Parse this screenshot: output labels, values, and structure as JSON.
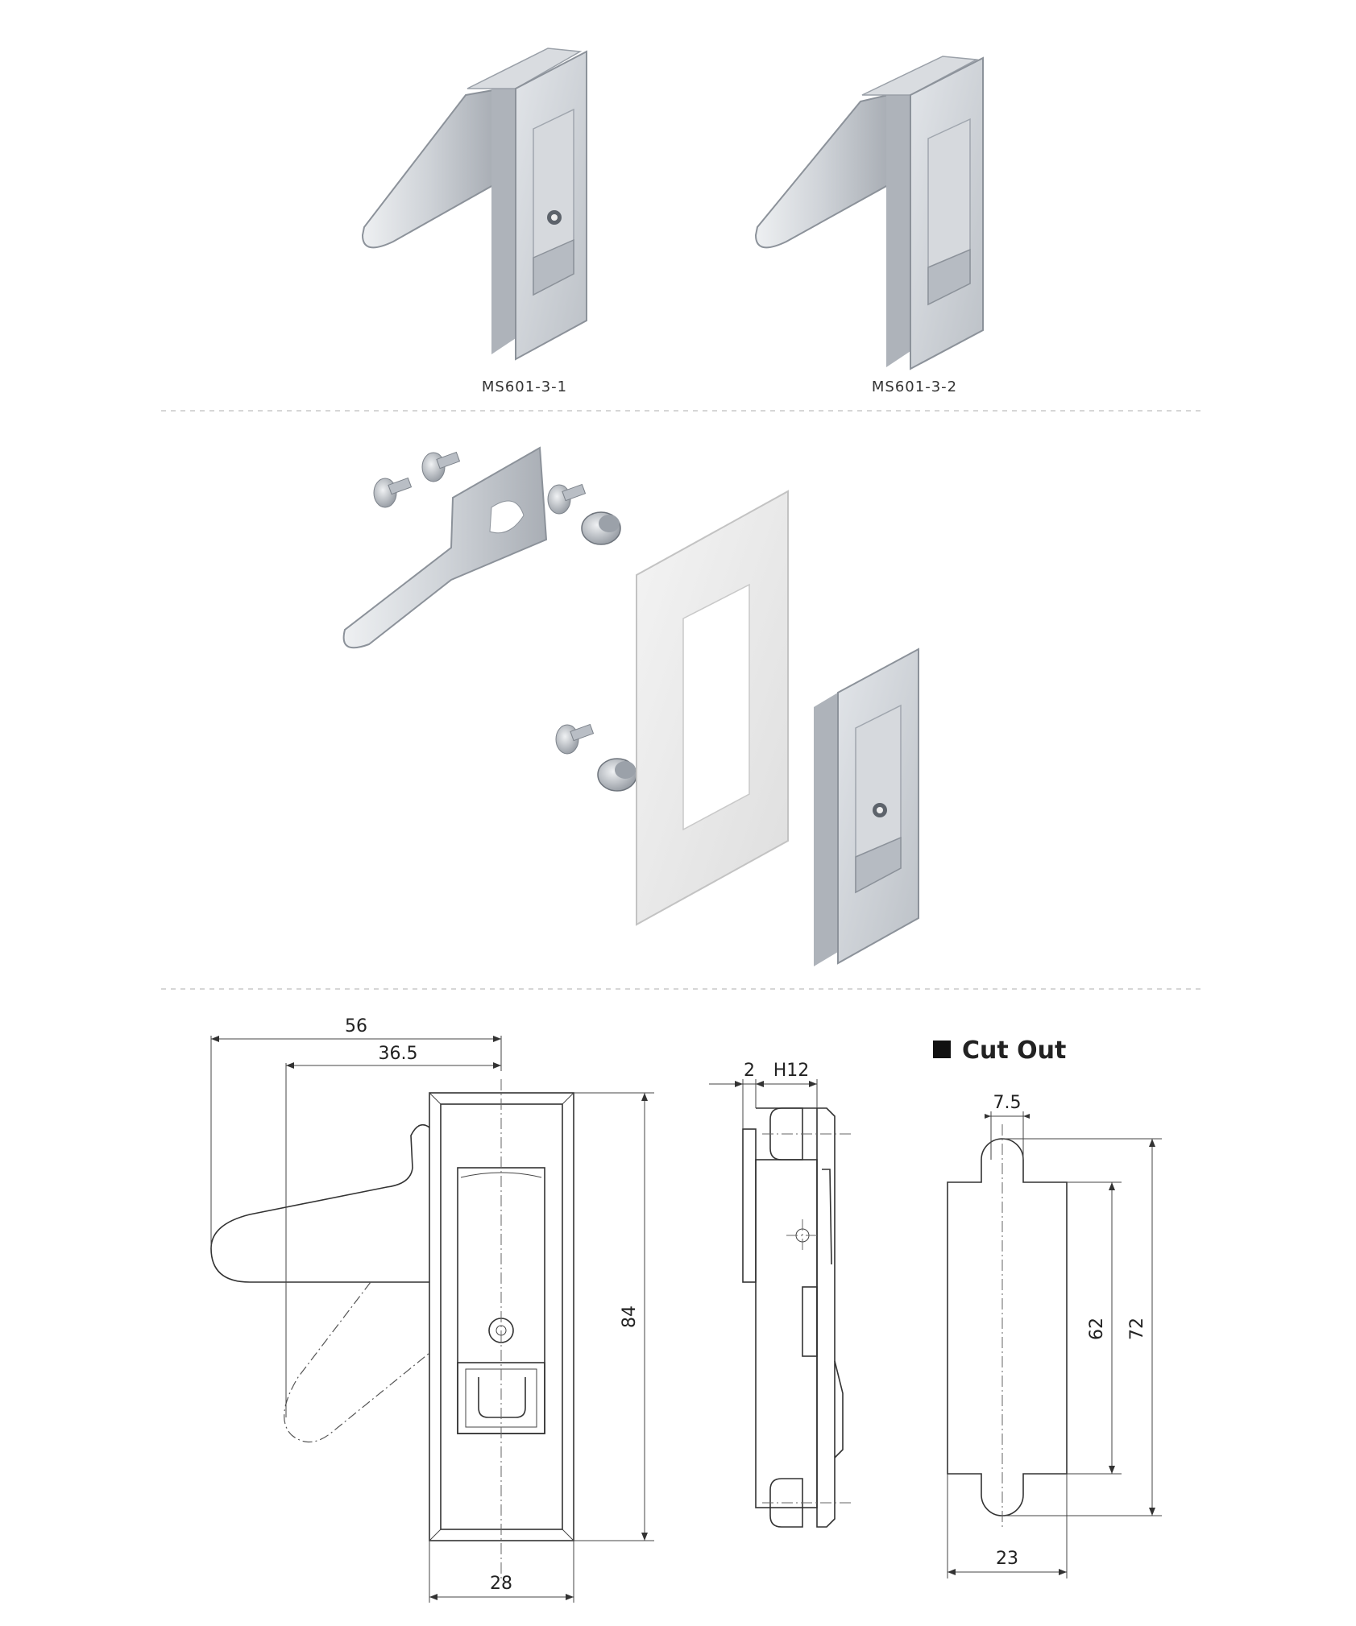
{
  "products": [
    {
      "model": "MS601-3-1"
    },
    {
      "model": "MS601-3-2"
    }
  ],
  "drawing": {
    "front": {
      "width_total": "56",
      "width_to_center": "36.5",
      "height": "84",
      "base_width": "28"
    },
    "side": {
      "thickness": "2",
      "gap": "H12"
    },
    "cutout": {
      "title": "Cut Out",
      "tab_width": "7.5",
      "inner_height": "62",
      "outer_height": "72",
      "width": "23"
    }
  },
  "colors": {
    "metal": "#c9ccd1",
    "metal_dark": "#9aa0a8",
    "plate": "#ececec",
    "line": "#333333"
  }
}
